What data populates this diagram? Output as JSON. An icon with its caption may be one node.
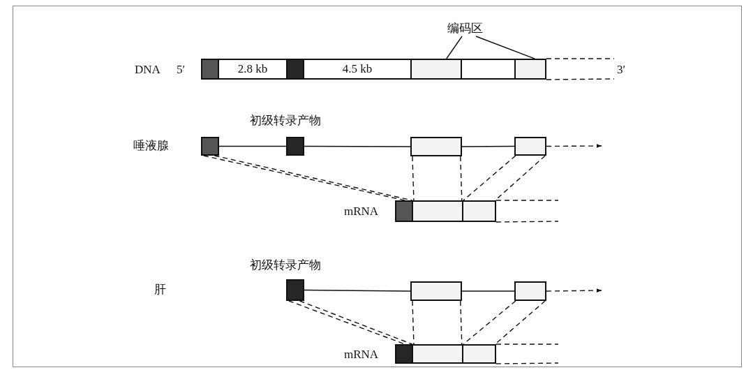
{
  "diagram": {
    "nodes": [
      {
        "text": [
          "编码区"
        ]
      },
      {
        "text": [],
        "shape": "box"
      },
      {
        "text": [
          "2.8 kb"
        ]
      },
      {
        "text": [],
        "shape": "box"
      },
      {
        "text": [
          "4.5 kb"
        ]
      },
      {
        "text": [],
        "shape": "box"
      },
      {
        "text": [],
        "shape": "box"
      },
      {
        "text": [],
        "shape": "box"
      },
      {
        "text": [],
        "shape": "box"
      },
      {
        "text": [],
        "shape": "box"
      },
      {
        "text": [],
        "shape": "box"
      },
      {
        "text": [],
        "shape": "box"
      },
      {
        "text": [],
        "shape": "box"
      },
      {
        "text": [],
        "shape": "box"
      },
      {
        "text": [],
        "shape": "box"
      },
      {
        "text": [],
        "shape": "box"
      },
      {
        "text": [],
        "shape": "box"
      },
      {
        "text": [],
        "shape": "box"
      },
      {
        "text": [],
        "shape": "box"
      },
      {
        "text": [],
        "shape": "box"
      },
      {
        "text": [],
        "shape": "box"
      }
    ],
    "edges": [
      {
        "from": 0,
        "to": 5,
        "arrow": "none"
      },
      {
        "from": 0,
        "to": 7,
        "arrow": "none"
      },
      {
        "from": 7,
        "to": null,
        "arrow": "none",
        "style": "dashed"
      },
      {
        "from": 7,
        "to": null,
        "arrow": "none",
        "style": "dashed"
      },
      {
        "from": 8,
        "to": 9,
        "arrow": "none"
      },
      {
        "from": 9,
        "to": 10,
        "arrow": "none"
      },
      {
        "from": 10,
        "to": 11,
        "arrow": "none"
      },
      {
        "from": 11,
        "to": null,
        "arrow": "to",
        "style": "dashed"
      },
      {
        "from": 8,
        "to": 12,
        "arrow": "none",
        "style": "dashed"
      },
      {
        "from": 8,
        "to": 12,
        "arrow": "none",
        "style": "dashed"
      },
      {
        "from": 10,
        "to": 13,
        "arrow": "none",
        "style": "dashed"
      },
      {
        "from": 10,
        "to": 13,
        "arrow": "none",
        "style": "dashed"
      },
      {
        "from": 11,
        "to": 14,
        "arrow": "none",
        "style": "dashed"
      },
      {
        "from": 11,
        "to": 14,
        "arrow": "none",
        "style": "dashed"
      },
      {
        "from": 14,
        "to": null,
        "arrow": "none",
        "style": "dashed"
      },
      {
        "from": 14,
        "to": null,
        "arrow": "none",
        "style": "dashed"
      },
      {
        "from": 15,
        "to": 16,
        "arrow": "none"
      },
      {
        "from": 16,
        "to": 17,
        "arrow": "none"
      },
      {
        "from": 17,
        "to": null,
        "arrow": "to",
        "style": "dashed"
      },
      {
        "from": 15,
        "to": 18,
        "arrow": "none",
        "style": "dashed"
      },
      {
        "from": 15,
        "to": 18,
        "arrow": "none",
        "style": "dashed"
      },
      {
        "from": 16,
        "to": 19,
        "arrow": "none",
        "style": "dashed"
      },
      {
        "from": 16,
        "to": 19,
        "arrow": "none",
        "style": "dashed"
      },
      {
        "from": 17,
        "to": 20,
        "arrow": "none",
        "style": "dashed"
      },
      {
        "from": 17,
        "to": 20,
        "arrow": "none",
        "style": "dashed"
      },
      {
        "from": 20,
        "to": null,
        "arrow": "none",
        "style": "dashed"
      },
      {
        "from": 20,
        "to": null,
        "arrow": "none",
        "style": "dashed"
      }
    ],
    "labels": [
      "DNA",
      "5′",
      "3′",
      "唾液腺",
      "初级转录产物",
      "mRNA",
      "肝",
      "初级转录产物",
      "mRNA"
    ]
  }
}
